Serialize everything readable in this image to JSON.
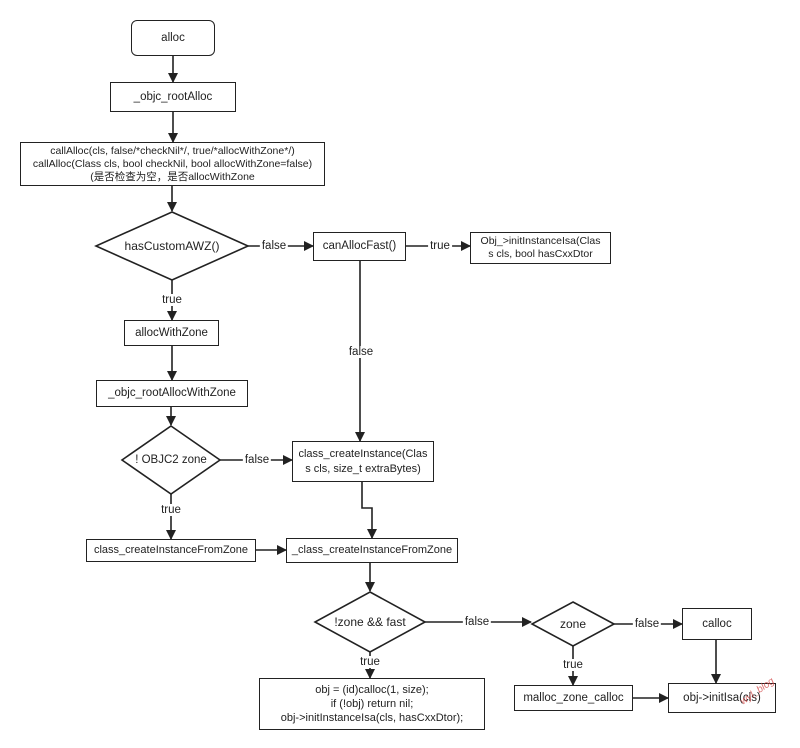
{
  "nodes": {
    "alloc": "alloc",
    "objc_root_alloc": "_objc_rootAlloc",
    "call_alloc": "callAlloc(cls, false/*checkNil*/, true/*allocWithZone*/)\ncallAlloc(Class cls, bool checkNil, bool allocWithZone=false)\n(是否检查为空，是否allocWithZone",
    "has_custom_awz": "hasCustomAWZ()",
    "can_alloc_fast": "canAllocFast()",
    "init_instance_isa": "Obj_>initInstanceIsa(Clas\ns cls, bool hasCxxDtor",
    "alloc_with_zone": "allocWithZone",
    "objc_root_alloc_with_zone": "_objc_rootAllocWithZone",
    "objc2_zone": "! OBJC2 zone",
    "class_create_instance": "class_createInstance(Clas\ns cls, size_t extraBytes)",
    "class_create_instance_from_zone": "class_createInstanceFromZone",
    "_class_create_instance_from_zone": "_class_createInstanceFromZone",
    "zone_and_fast": "!zone && fast",
    "zone": "zone",
    "calloc": "calloc",
    "obj_calloc_code": "obj = (id)calloc(1, size);\nif (!obj) return nil;\nobj->initInstanceIsa(cls, hasCxxDtor);",
    "malloc_zone_calloc": "malloc_zone_calloc",
    "obj_init_isa": "obj->initIsa(cls)"
  },
  "edge_labels": {
    "awz_false": "false",
    "awz_true": "true",
    "fast_true": "true",
    "fast_false": "false",
    "objc2_false": "false",
    "objc2_true": "true",
    "zone_fast_false": "false",
    "zone_fast_true": "true",
    "zone_false": "false",
    "zone_true": "true"
  },
  "watermark": "wyl_blog"
}
